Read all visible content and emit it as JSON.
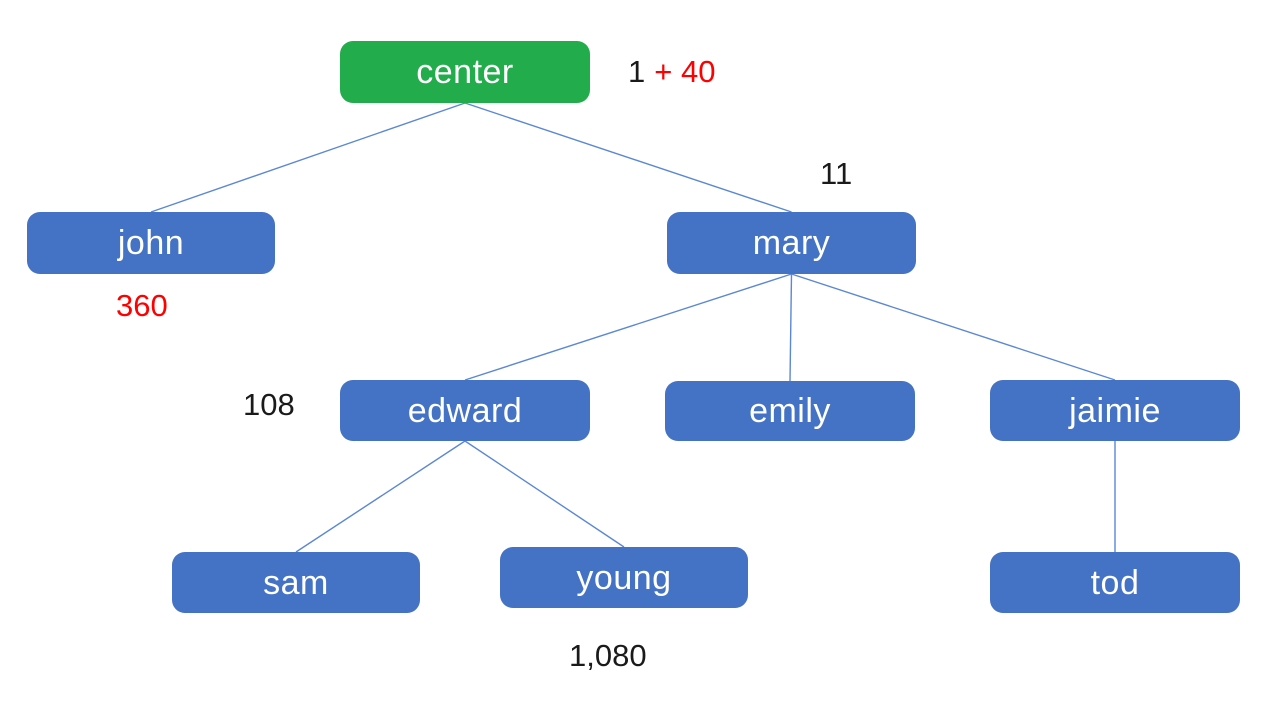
{
  "diagram": {
    "type": "tree",
    "nodes": {
      "center": {
        "label": "center",
        "role": "root"
      },
      "john": {
        "label": "john"
      },
      "mary": {
        "label": "mary"
      },
      "edward": {
        "label": "edward"
      },
      "emily": {
        "label": "emily"
      },
      "jaimie": {
        "label": "jaimie"
      },
      "sam": {
        "label": "sam"
      },
      "young": {
        "label": "young"
      },
      "tod": {
        "label": "tod"
      }
    },
    "edges": [
      [
        "center",
        "john"
      ],
      [
        "center",
        "mary"
      ],
      [
        "mary",
        "edward"
      ],
      [
        "mary",
        "emily"
      ],
      [
        "mary",
        "jaimie"
      ],
      [
        "edward",
        "sam"
      ],
      [
        "edward",
        "young"
      ],
      [
        "jaimie",
        "tod"
      ]
    ],
    "annotations": {
      "center_value_black": "1",
      "center_value_red": "+ 40",
      "mary_value": "11",
      "john_value": "360",
      "edward_value": "108",
      "young_value": "1,080"
    },
    "colors": {
      "root_fill": "#23ac4c",
      "node_fill": "#4472c4",
      "node_text": "#ffffff",
      "edge_line": "#5b87d5",
      "annotation_text": "#1a1a1a",
      "annotation_highlight": "#fe0000",
      "background": "#ffffff"
    }
  }
}
